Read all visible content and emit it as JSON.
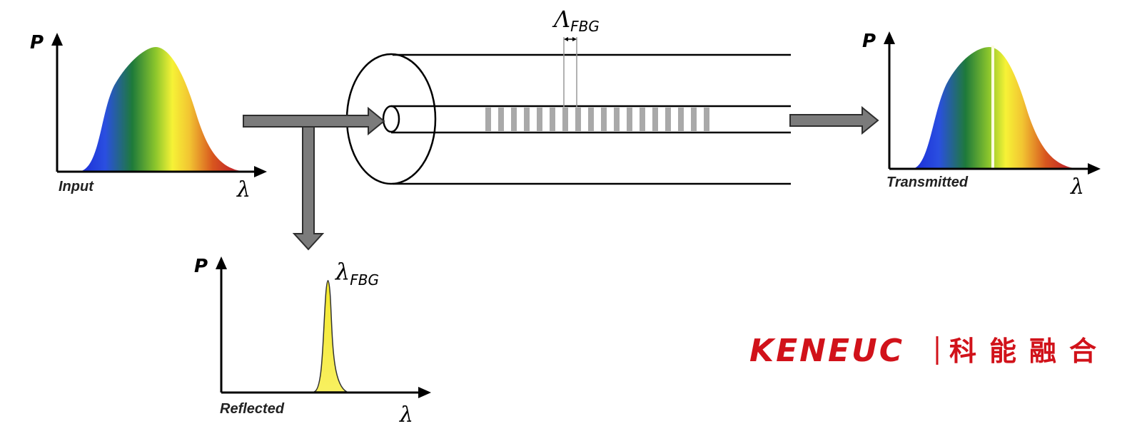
{
  "spectra": {
    "input": {
      "axis_y": "P",
      "axis_x": "λ",
      "label": "Input"
    },
    "transmitted": {
      "axis_y": "P",
      "axis_x": "λ",
      "label": "Transmitted"
    },
    "reflected": {
      "axis_y": "P",
      "axis_x": "λ",
      "label": "Reflected",
      "peak_symbol": "λ",
      "peak_subscript": "FBG"
    }
  },
  "fiber": {
    "period_symbol": "Λ",
    "period_subscript": "FBG"
  },
  "brand": {
    "latin": "KENEUC",
    "chinese": "科能融合",
    "color": "#d1121a"
  },
  "colors": {
    "arrow_fill": "#7b7b7b",
    "grating": "#a9a9a9",
    "reflected_peak": "#f4e82a"
  }
}
